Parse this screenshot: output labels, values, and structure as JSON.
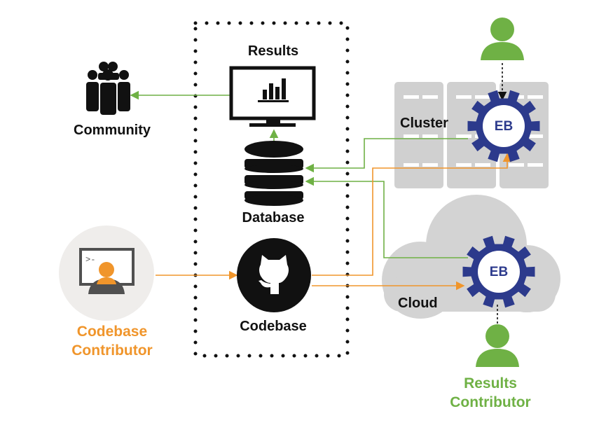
{
  "labels": {
    "results": "Results",
    "community": "Community",
    "database": "Database",
    "codebase": "Codebase",
    "cluster": "Cluster",
    "cloud": "Cloud",
    "codebase_contributor_line1": "Codebase",
    "codebase_contributor_line2": "Contributor",
    "results_contributor_line1": "Results",
    "results_contributor_line2": "Contributor",
    "eb_cluster": "EB",
    "eb_cloud": "EB"
  },
  "colors": {
    "green": "#6fb145",
    "orange": "#f0952b",
    "navy": "#2c3a8c",
    "gray": "#cfcfcf",
    "black": "#111111"
  },
  "icons": [
    "community-icon",
    "monitor-chart-icon",
    "database-icon",
    "github-icon",
    "codebase-contributor-icon",
    "results-contributor-icon",
    "easybuild-gear-icon",
    "server-rack-icon",
    "cloud-icon"
  ]
}
